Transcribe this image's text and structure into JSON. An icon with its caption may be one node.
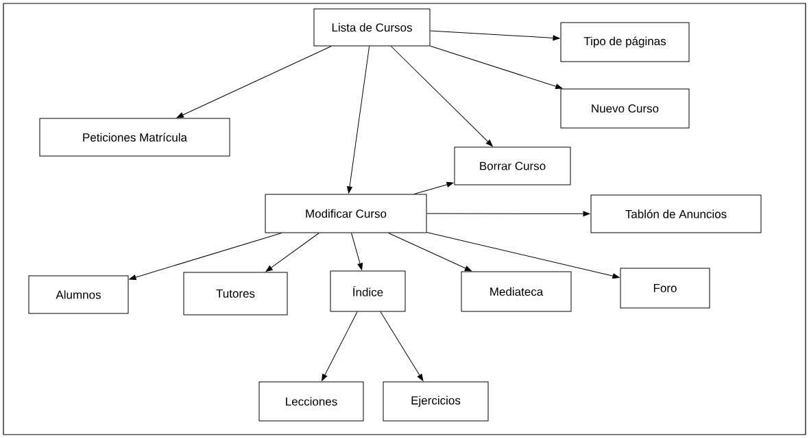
{
  "diagram": {
    "nodes": [
      {
        "text": [
          "Lista de Cursos"
        ]
      },
      {
        "text": [
          "Tipo de páginas"
        ]
      },
      {
        "text": [
          "Peticiones Matrícula"
        ]
      },
      {
        "text": [
          "Nuevo Curso"
        ]
      },
      {
        "text": [
          "Borrar Curso"
        ]
      },
      {
        "text": [
          "Modificar Curso"
        ]
      },
      {
        "text": [
          "Tablón de Anuncios"
        ]
      },
      {
        "text": [
          "Alumnos"
        ]
      },
      {
        "text": [
          "Tutores"
        ]
      },
      {
        "text": [
          "Índice"
        ]
      },
      {
        "text": [
          "Mediateca"
        ]
      },
      {
        "text": [
          "Foro"
        ]
      },
      {
        "text": [
          "Lecciones"
        ]
      },
      {
        "text": [
          "Ejercicios"
        ]
      }
    ],
    "edges": [
      {
        "from": 0,
        "to": 1,
        "arrow": "to"
      },
      {
        "from": 0,
        "to": 2,
        "arrow": "to"
      },
      {
        "from": 0,
        "to": 3,
        "arrow": "to"
      },
      {
        "from": 0,
        "to": 4,
        "arrow": "to"
      },
      {
        "from": 0,
        "to": 5,
        "arrow": "to"
      },
      {
        "from": 5,
        "to": 4,
        "arrow": "to"
      },
      {
        "from": 5,
        "to": 6,
        "arrow": "to"
      },
      {
        "from": 5,
        "to": 7,
        "arrow": "to"
      },
      {
        "from": 5,
        "to": 8,
        "arrow": "to"
      },
      {
        "from": 5,
        "to": 9,
        "arrow": "to"
      },
      {
        "from": 5,
        "to": 10,
        "arrow": "to"
      },
      {
        "from": 5,
        "to": 11,
        "arrow": "to"
      },
      {
        "from": 9,
        "to": 12,
        "arrow": "to"
      },
      {
        "from": 9,
        "to": 13,
        "arrow": "to"
      }
    ]
  }
}
